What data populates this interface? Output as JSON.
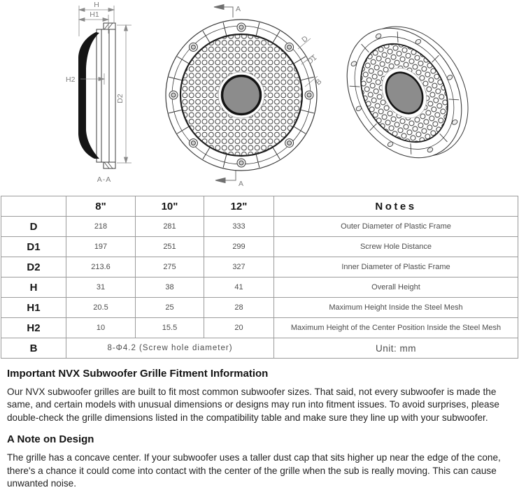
{
  "diagram": {
    "side_view": {
      "dim_h": "H",
      "dim_h1": "H1",
      "dim_h2": "H2",
      "dim_d2": "D2",
      "caption": "A-A"
    },
    "front_view": {
      "section_top": "A",
      "section_bottom": "A",
      "leader_d": "D",
      "leader_d1": "D1",
      "leader_b": "B"
    },
    "colors": {
      "line": "#3b3b3b",
      "label": "#7d7d7d",
      "center_disc": "#8c8c8c"
    }
  },
  "table": {
    "headers": {
      "size_8": "8\"",
      "size_10": "10\"",
      "size_12": "12\"",
      "notes": "Notes"
    },
    "rows": [
      {
        "label": "D",
        "values": [
          "218",
          "281",
          "333"
        ],
        "note": "Outer Diameter of Plastic Frame"
      },
      {
        "label": "D1",
        "values": [
          "197",
          "251",
          "299"
        ],
        "note": "Screw Hole Distance"
      },
      {
        "label": "D2",
        "values": [
          "213.6",
          "275",
          "327"
        ],
        "note": "Inner Diameter of Plastic Frame"
      },
      {
        "label": "H",
        "values": [
          "31",
          "38",
          "41"
        ],
        "note": "Overall Height"
      },
      {
        "label": "H1",
        "values": [
          "20.5",
          "25",
          "28"
        ],
        "note": "Maximum Height Inside the Steel Mesh"
      },
      {
        "label": "H2",
        "values": [
          "10",
          "15.5",
          "20"
        ],
        "note": "Maximum Height of the Center Position Inside the Steel Mesh"
      }
    ],
    "footer_row": {
      "label": "B",
      "merged_value": "8-Φ4.2 (Screw hole diameter)",
      "note": "Unit: mm"
    }
  },
  "sections": {
    "fitment": {
      "heading": "Important NVX Subwoofer Grille Fitment Information",
      "body": "Our NVX subwoofer grilles are built to fit most common subwoofer sizes. That said, not every subwoofer is made the same, and certain models with unusual dimensions or designs may run into fitment issues. To avoid surprises, please double-check the grille dimensions listed in the compatibility table and make sure they line up with your subwoofer."
    },
    "design": {
      "heading": "A Note on Design",
      "body": "The grille has a concave center. If your subwoofer uses a taller dust cap that sits higher up near the edge of the cone, there's a chance it could come into contact with the center of the grille when the sub is really moving. This can cause unwanted noise."
    }
  }
}
